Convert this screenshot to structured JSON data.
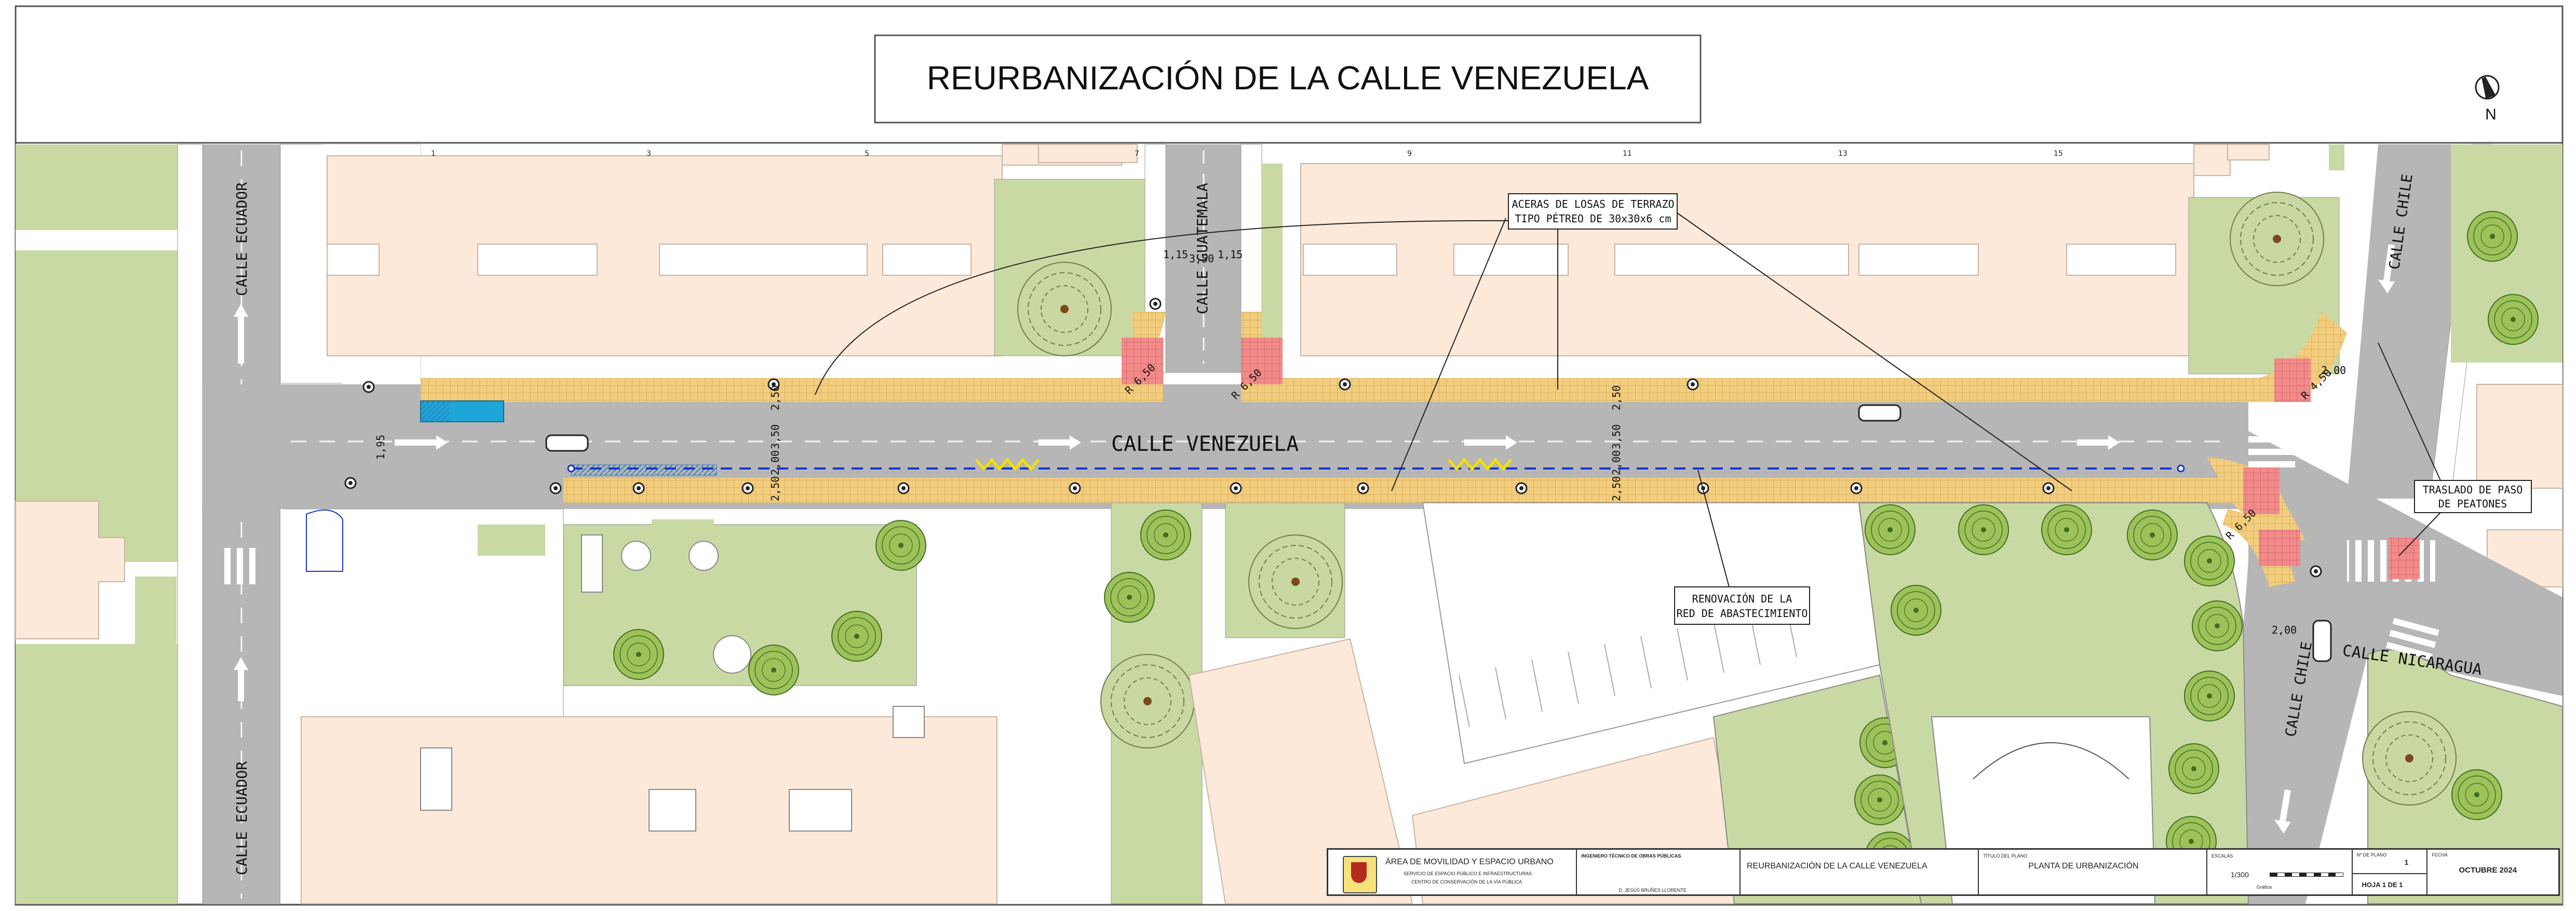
{
  "title": "REURBANIZACIÓN DE LA CALLE VENEZUELA",
  "north_label": "N",
  "streets": {
    "venezuela": "CALLE          VENEZUELA",
    "ecuador_top": "CALLE  ECUADOR",
    "ecuador_bottom": "CALLE  ECUADOR",
    "guatemala": "CALLE  GUATEMALA",
    "chile_top": "CALLE  CHILE",
    "chile_bottom": "CALLE  CHILE",
    "nicaragua": "CALLE  NICARAGUA"
  },
  "notes": {
    "aceras_line1": "ACERAS DE LOSAS DE TERRAZO",
    "aceras_line2": "TIPO PÉTREO DE 30x30x6 cm",
    "renovacion_line1": "RENOVACIÓN DE LA",
    "renovacion_line2": "RED DE ABASTECIMIENTO",
    "traslado_line1": "TRASLADO DE PASO",
    "traslado_line2": "DE PEATONES"
  },
  "dimensions": {
    "d195": "1,95",
    "d250a": "2,50",
    "d350a": "3,50",
    "d200a": "2,00",
    "d250b": "2,50",
    "d250c": "2,50",
    "d350b": "3,50",
    "d200b": "2,00",
    "d250d": "2,50",
    "d115a": "1,15",
    "d350c": "3,50",
    "d115b": "1,15",
    "r650a": "R 6,50",
    "r650b": "R 6,50",
    "r450": "R 4,50",
    "r650c": "R 6,50",
    "d200c": "2,00",
    "d200d": "2,00"
  },
  "parcel_numbers": [
    "1",
    "3",
    "5",
    "7",
    "9",
    "11",
    "13",
    "15"
  ],
  "title_block": {
    "area": "ÁREA DE MOVILIDAD Y ESPACIO URBANO",
    "service": "SERVICIO DE ESPACIO PÚBLICO E INFRAESTRUCTURAS",
    "centre": "CENTRO DE CONSERVACIÓN DE LA VÍA PÚBLICA",
    "engineer_role": "INGENIERO TÉCNICO DE OBRAS PÚBLICAS",
    "engineer_name": "D. JESÚS BRUÑES LLORENTE",
    "project": "REURBANIZACIÓN DE LA CALLE VENEZUELA",
    "plan_title_label": "TÍTULO DEL PLANO",
    "plan_title": "PLANTA DE URBANIZACIÓN",
    "scales_label": "ESCALAS",
    "scale": "1/300",
    "graphic": "Gráfica",
    "plan_no_label": "Nº DE PLANO",
    "plan_no": "1",
    "sheet": "HOJA 1 DE 1",
    "date_label": "FECHA",
    "date": "OCTUBRE  2024"
  },
  "colors": {
    "road": "#b5b5b5",
    "sidewalk": "#f0c97a",
    "crossing": "#f08c8c",
    "green": "#c8d8a0",
    "building": "#fde9d9",
    "tree": "#8ab04a",
    "water_line": "#1a33cc"
  }
}
